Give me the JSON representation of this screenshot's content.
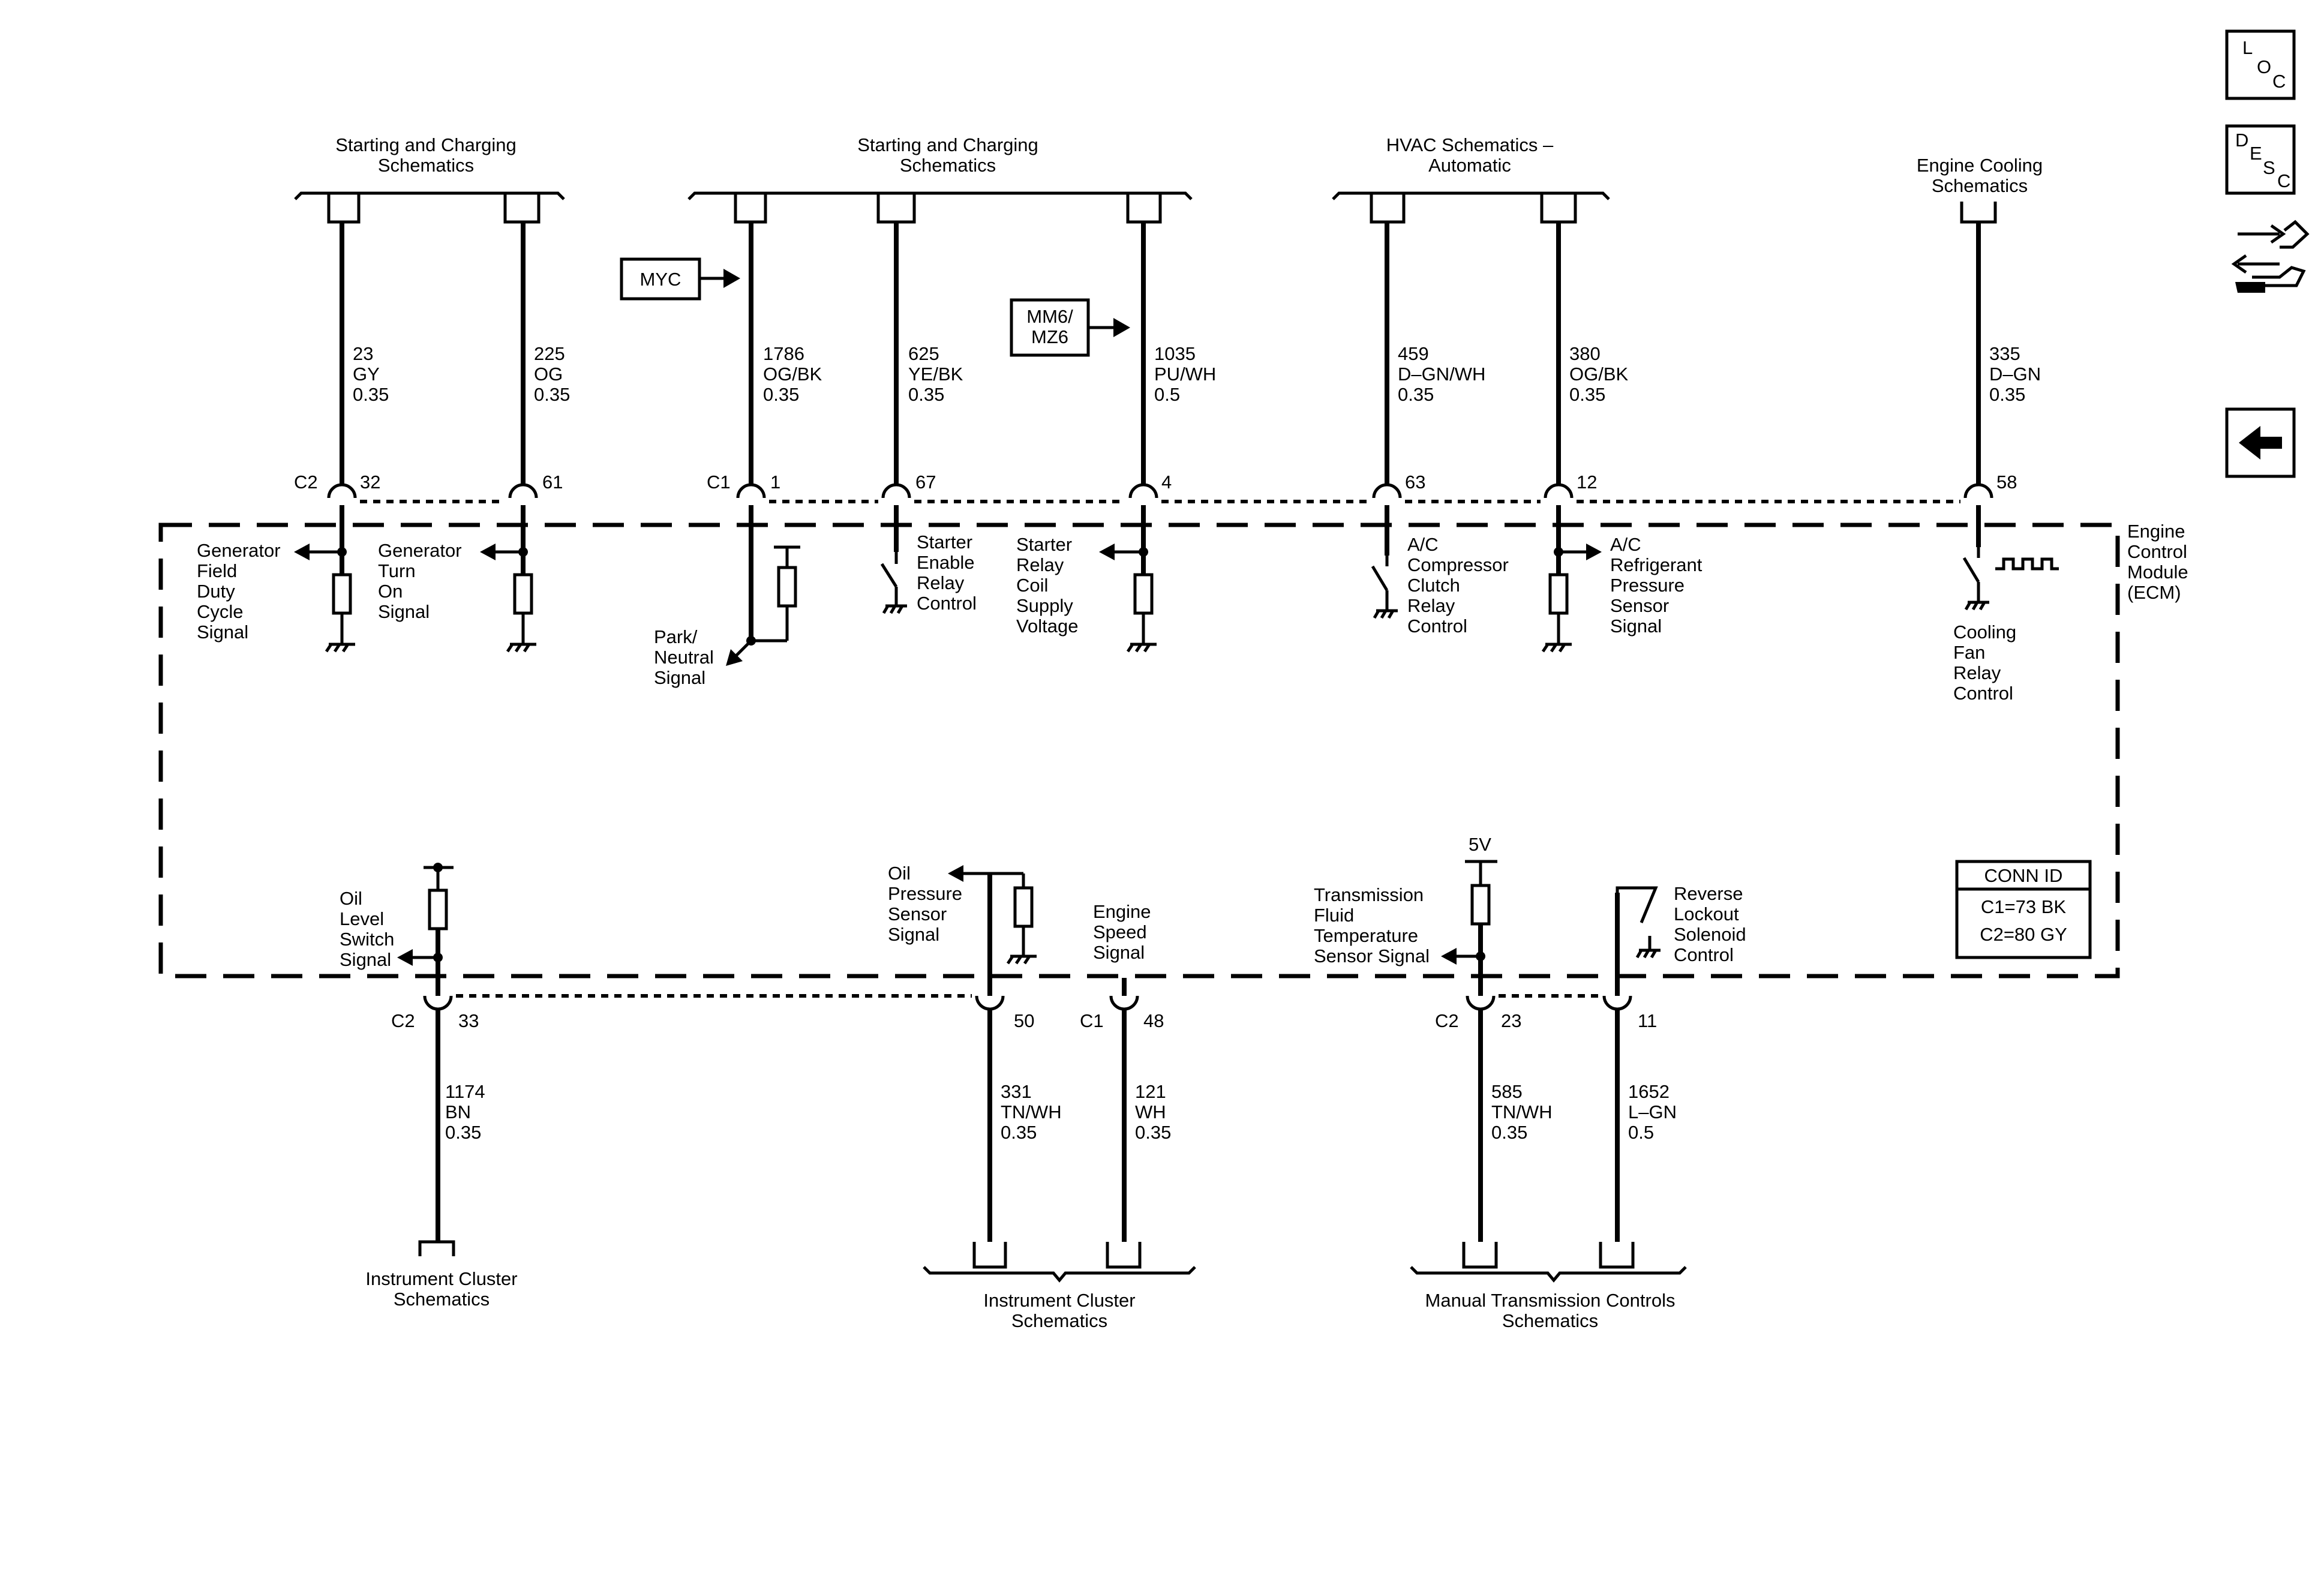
{
  "destinations": {
    "top_left": [
      "Starting and Charging",
      "Schematics"
    ],
    "top_center": [
      "Starting and Charging",
      "Schematics"
    ],
    "top_hvac": [
      "HVAC Schematics –",
      "Automatic"
    ],
    "top_cooling": [
      "Engine Cooling",
      "Schematics"
    ],
    "bottom_left": [
      "Instrument Cluster",
      "Schematics"
    ],
    "bottom_center": [
      "Instrument Cluster",
      "Schematics"
    ],
    "bottom_right": [
      "Manual Transmission Controls",
      "Schematics"
    ]
  },
  "options": {
    "myc": "MYC",
    "mm6": [
      "MM6/",
      "MZ6"
    ]
  },
  "connectors": {
    "c1": "C1",
    "c2": "C2"
  },
  "wires": {
    "w23": {
      "circuit": "23",
      "color": "GY",
      "gauge": "0.35",
      "pin": "32"
    },
    "w225": {
      "circuit": "225",
      "color": "OG",
      "gauge": "0.35",
      "pin": "61"
    },
    "w1786": {
      "circuit": "1786",
      "color": "OG/BK",
      "gauge": "0.35",
      "pin": "1"
    },
    "w625": {
      "circuit": "625",
      "color": "YE/BK",
      "gauge": "0.35",
      "pin": "67"
    },
    "w1035": {
      "circuit": "1035",
      "color": "PU/WH",
      "gauge": "0.5",
      "pin": "4"
    },
    "w459": {
      "circuit": "459",
      "color": "D–GN/WH",
      "gauge": "0.35",
      "pin": "63"
    },
    "w380": {
      "circuit": "380",
      "color": "OG/BK",
      "gauge": "0.35",
      "pin": "12"
    },
    "w335": {
      "circuit": "335",
      "color": "D–GN",
      "gauge": "0.35",
      "pin": "58"
    },
    "w1174": {
      "circuit": "1174",
      "color": "BN",
      "gauge": "0.35",
      "pin": "33"
    },
    "w331": {
      "circuit": "331",
      "color": "TN/WH",
      "gauge": "0.35",
      "pin": "50"
    },
    "w121": {
      "circuit": "121",
      "color": "WH",
      "gauge": "0.35",
      "pin": "48"
    },
    "w585": {
      "circuit": "585",
      "color": "TN/WH",
      "gauge": "0.35",
      "pin": "23"
    },
    "w1652": {
      "circuit": "1652",
      "color": "L–GN",
      "gauge": "0.5",
      "pin": "11"
    }
  },
  "functions": {
    "gen_field": [
      "Generator",
      "Field",
      "Duty",
      "Cycle",
      "Signal"
    ],
    "gen_turn_on": [
      "Generator",
      "Turn",
      "On",
      "Signal"
    ],
    "park_neutral": [
      "Park/",
      "Neutral",
      "Signal"
    ],
    "starter_enable": [
      "Starter",
      "Enable",
      "Relay",
      "Control"
    ],
    "starter_relay": [
      "Starter",
      "Relay",
      "Coil",
      "Supply",
      "Voltage"
    ],
    "ac_clutch": [
      "A/C",
      "Compressor",
      "Clutch",
      "Relay",
      "Control"
    ],
    "ac_pressure": [
      "A/C",
      "Refrigerant",
      "Pressure",
      "Sensor",
      "Signal"
    ],
    "cooling_fan": [
      "Cooling",
      "Fan",
      "Relay",
      "Control"
    ],
    "oil_level": [
      "Oil",
      "Level",
      "Switch",
      "Signal"
    ],
    "oil_pressure": [
      "Oil",
      "Pressure",
      "Sensor",
      "Signal"
    ],
    "engine_speed": [
      "Engine",
      "Speed",
      "Signal"
    ],
    "trans_temp": [
      "Transmission",
      "Fluid",
      "Temperature",
      "Sensor Signal"
    ],
    "reverse_lockout": [
      "Reverse",
      "Lockout",
      "Solenoid",
      "Control"
    ]
  },
  "module": {
    "lines": [
      "Engine",
      "Control",
      "Module",
      "(ECM)"
    ]
  },
  "voltage": "5V",
  "conn_id": {
    "title": "CONN ID",
    "rows": [
      "C1=73 BK",
      "C2=80 GY"
    ]
  },
  "side_icons": {
    "loc": {
      "letters": [
        "L",
        "O",
        "C"
      ],
      "icon": "location-icon"
    },
    "desc": {
      "letters": [
        "D",
        "E",
        "S",
        "C"
      ],
      "icon": "description-icon"
    },
    "connector": {
      "icon": "connector-icon"
    },
    "back": {
      "icon": "back-arrow-icon"
    }
  }
}
